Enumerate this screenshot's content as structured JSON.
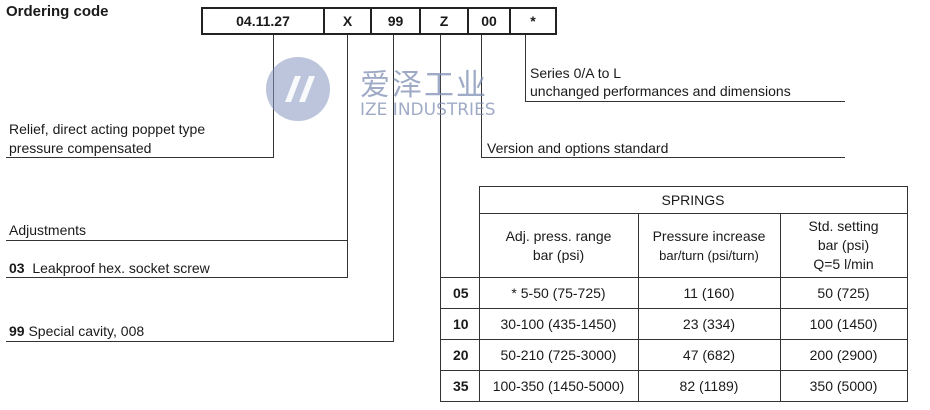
{
  "title": "Ordering code",
  "code_segments": [
    "04.11.27",
    "X",
    "99",
    "Z",
    "00",
    "*"
  ],
  "labels": {
    "series_line1": "Series 0/A to L",
    "series_line2": "unchanged performances and dimensions",
    "version": "Version and options standard",
    "relief_line1": "Relief, direct acting poppet type",
    "relief_line2": "pressure compensated",
    "adjustments": "Adjustments",
    "adj_code": "03",
    "adj_text": "Leakproof hex. socket screw",
    "cavity_code": "99",
    "cavity_text": "Special cavity, 008"
  },
  "watermark": {
    "chinese": "爱泽工业",
    "english": "IZE INDUSTRIES"
  },
  "springs_table": {
    "title": "SPRINGS",
    "headers": [
      [
        "Adj. press. range",
        "bar (psi)"
      ],
      [
        "Pressure increase",
        "bar/turn (psi/turn)"
      ],
      [
        "Std. setting",
        "bar (psi)",
        "Q=5 l/min"
      ]
    ],
    "rows": [
      {
        "code": "05",
        "range": "* 5-50 (75-725)",
        "increase": "11 (160)",
        "setting": "50 (725)"
      },
      {
        "code": "10",
        "range": "30-100 (435-1450)",
        "increase": "23 (334)",
        "setting": "100 (1450)"
      },
      {
        "code": "20",
        "range": "50-210 (725-3000)",
        "increase": "47 (682)",
        "setting": "200 (2900)"
      },
      {
        "code": "35",
        "range": "100-350 (1450-5000)",
        "increase": "82 (1189)",
        "setting": "350 (5000)"
      }
    ]
  },
  "colors": {
    "line": "#333333",
    "watermark": "#7f8fb3"
  }
}
